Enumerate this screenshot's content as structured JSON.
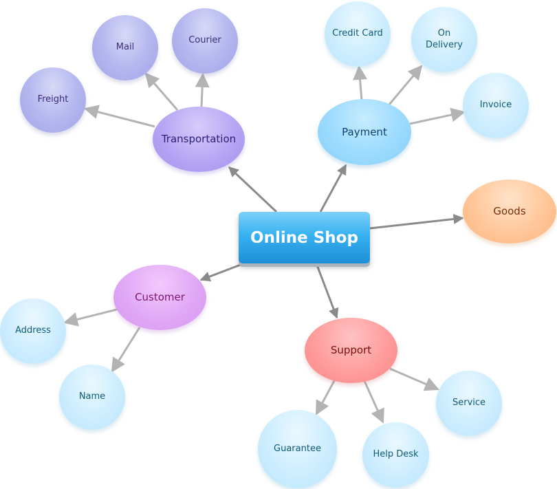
{
  "diagram": {
    "center": {
      "label": "Online Shop",
      "color": "#2ba6ea"
    },
    "branches": [
      {
        "id": "transportation",
        "label": "Transportation",
        "color": "#b3a5f4",
        "children": [
          "Freight",
          "Mail",
          "Courier"
        ]
      },
      {
        "id": "payment",
        "label": "Payment",
        "color": "#9fdcff",
        "children": [
          "Credit Card",
          "On\nDelivery",
          "Invoice"
        ]
      },
      {
        "id": "goods",
        "label": "Goods",
        "color": "#ffc79a",
        "children": []
      },
      {
        "id": "customer",
        "label": "Customer",
        "color": "#e0a8f6",
        "children": [
          "Address",
          "Name"
        ]
      },
      {
        "id": "support",
        "label": "Support",
        "color": "#ff9d9d",
        "children": [
          "Guarantee",
          "Help Desk",
          "Service"
        ]
      }
    ]
  },
  "nodes": {
    "center": "Online Shop",
    "transportation": "Transportation",
    "freight": "Freight",
    "mail": "Mail",
    "courier": "Courier",
    "payment": "Payment",
    "credit_card": "Credit Card",
    "on_delivery": "On\nDelivery",
    "invoice": "Invoice",
    "goods": "Goods",
    "customer": "Customer",
    "address": "Address",
    "name": "Name",
    "support": "Support",
    "guarantee": "Guarantee",
    "help_desk": "Help Desk",
    "service": "Service"
  }
}
